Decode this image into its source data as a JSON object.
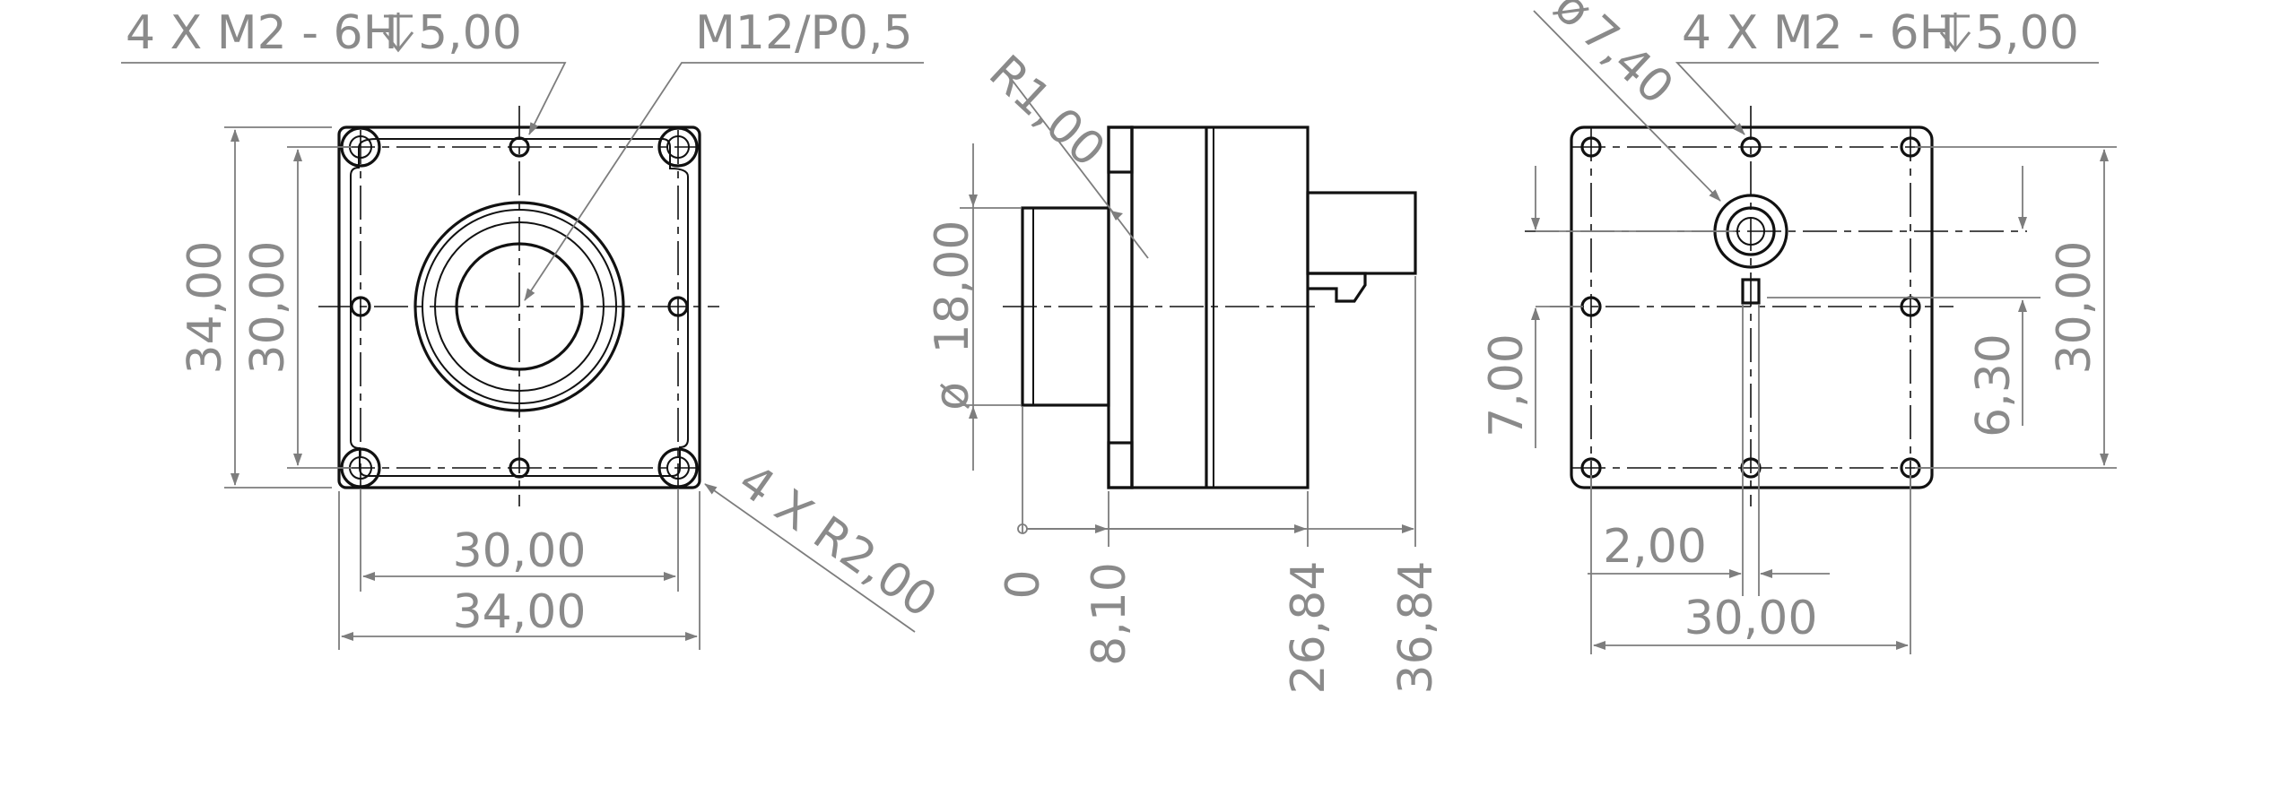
{
  "front_view": {
    "thread_callout": "4 X M2 - 6H",
    "thread_depth": "5,00",
    "lens_thread": "M12/P0,5",
    "height_outer": "34,00",
    "height_holes": "30,00",
    "width_holes": "30,00",
    "width_outer": "34,00",
    "corner_radius": "4 X R2,00"
  },
  "side_view": {
    "fillet": "R1,00",
    "lens_diameter": "18,00",
    "diameter_symbol": "ø",
    "ordinates": [
      "0",
      "8,10",
      "26,84",
      "36,84"
    ]
  },
  "rear_view": {
    "connector_diameter": "7,40",
    "diameter_symbol": "ø",
    "thread_callout": "4 X M2 - 6H",
    "thread_depth": "5,00",
    "height_holes": "30,00",
    "offset_vertical": "7,00",
    "offset_connector": "6,30",
    "offset_horizontal": "2,00",
    "width_holes": "30,00"
  }
}
